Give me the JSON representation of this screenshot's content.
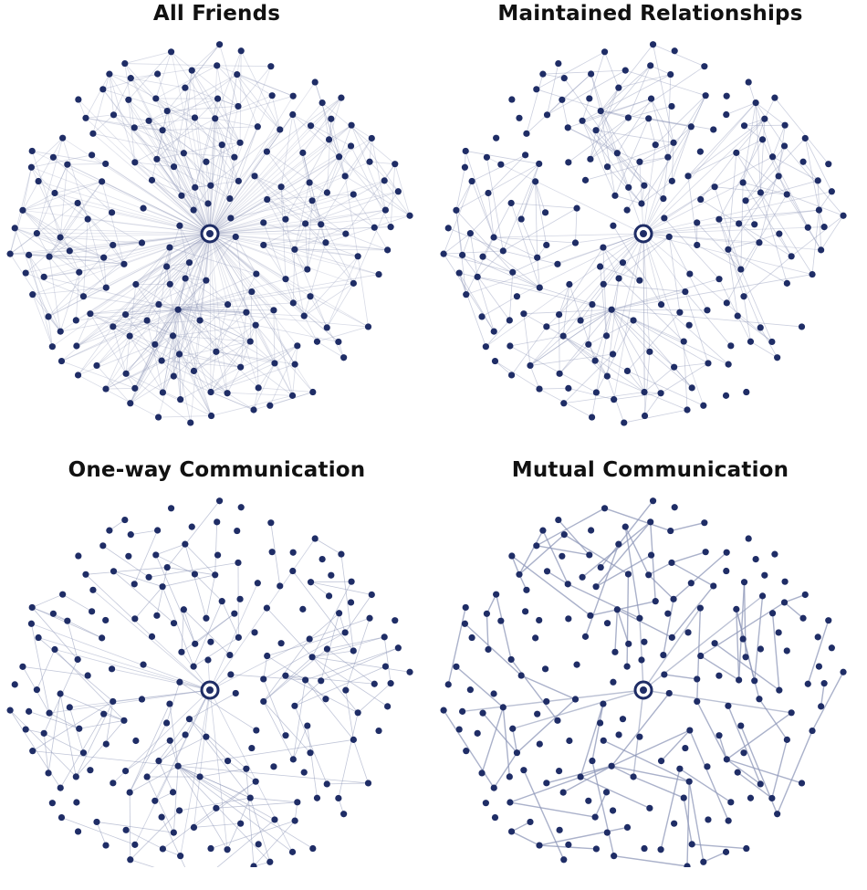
{
  "colors": {
    "node": "#1f2d66",
    "edge": "#8e97b8",
    "background": "#ffffff"
  },
  "panels": [
    {
      "id": "all-friends",
      "title": "All Friends",
      "edge_density": 0.9,
      "edge_opacity": 0.35
    },
    {
      "id": "maintained-relationships",
      "title": "Maintained Relationships",
      "edge_density": 0.55,
      "edge_opacity": 0.45
    },
    {
      "id": "one-way-communication",
      "title": "One-way Communication",
      "edge_density": 0.35,
      "edge_opacity": 0.55
    },
    {
      "id": "mutual-communication",
      "title": "Mutual Communication",
      "edge_density": 0.18,
      "edge_opacity": 0.75
    }
  ]
}
